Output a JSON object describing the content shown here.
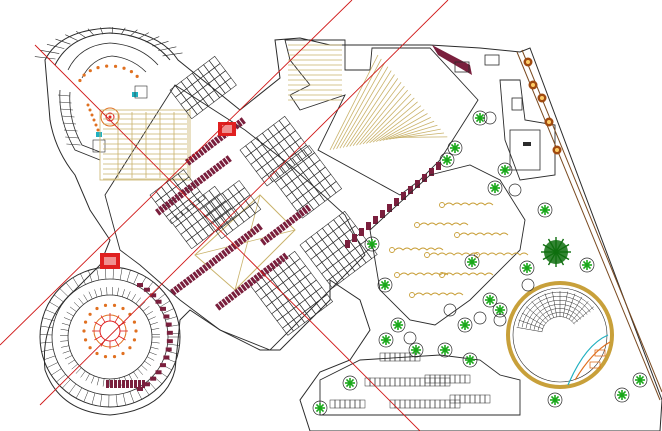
{
  "drawing": {
    "kind": "site-plan",
    "background": "#ffffff",
    "colors": {
      "outline": "#2b2b2b",
      "outline_light": "#8a8a8a",
      "construction_line": "#d01818",
      "hatch_tan": "#c9b26a",
      "hatch_tan_dark": "#a88e45",
      "building_maroon": "#7a1f3d",
      "building_maroon_light": "#a04060",
      "tree_green": "#1aa81a",
      "tree_dark": "#0f6f0f",
      "accent_red": "#e02020",
      "accent_orange": "#e07020",
      "accent_cyan": "#20b0c0",
      "amphitheater_ring": "#c8a03a",
      "path_brown": "#7a4a20"
    },
    "elements": [
      "left-wing-upper-round",
      "left-wing-lower-round",
      "central-cross-plaza",
      "north-building",
      "east-garden",
      "amphitheater",
      "south-car-park",
      "east-boundary-road",
      "construction-lines"
    ]
  }
}
